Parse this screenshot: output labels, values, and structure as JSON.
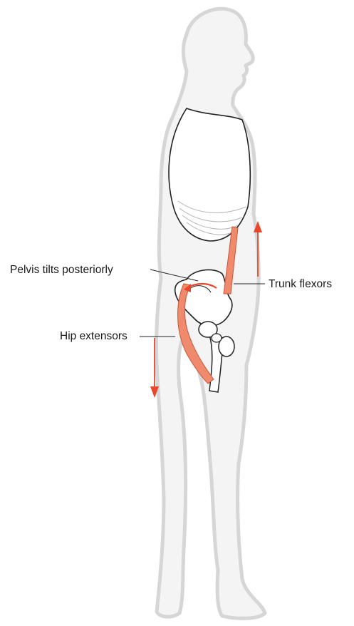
{
  "labels": {
    "pelvis": "Pelvis tilts posteriorly",
    "trunk": "Trunk flexors",
    "hip": "Hip extensors"
  },
  "colors": {
    "body_fill": "#f4f4f4",
    "body_outline": "#d6d6d6",
    "muscle": "#f08a6c",
    "arrow": "#e8472a",
    "bone": "#ffffff",
    "line": "#222222"
  }
}
